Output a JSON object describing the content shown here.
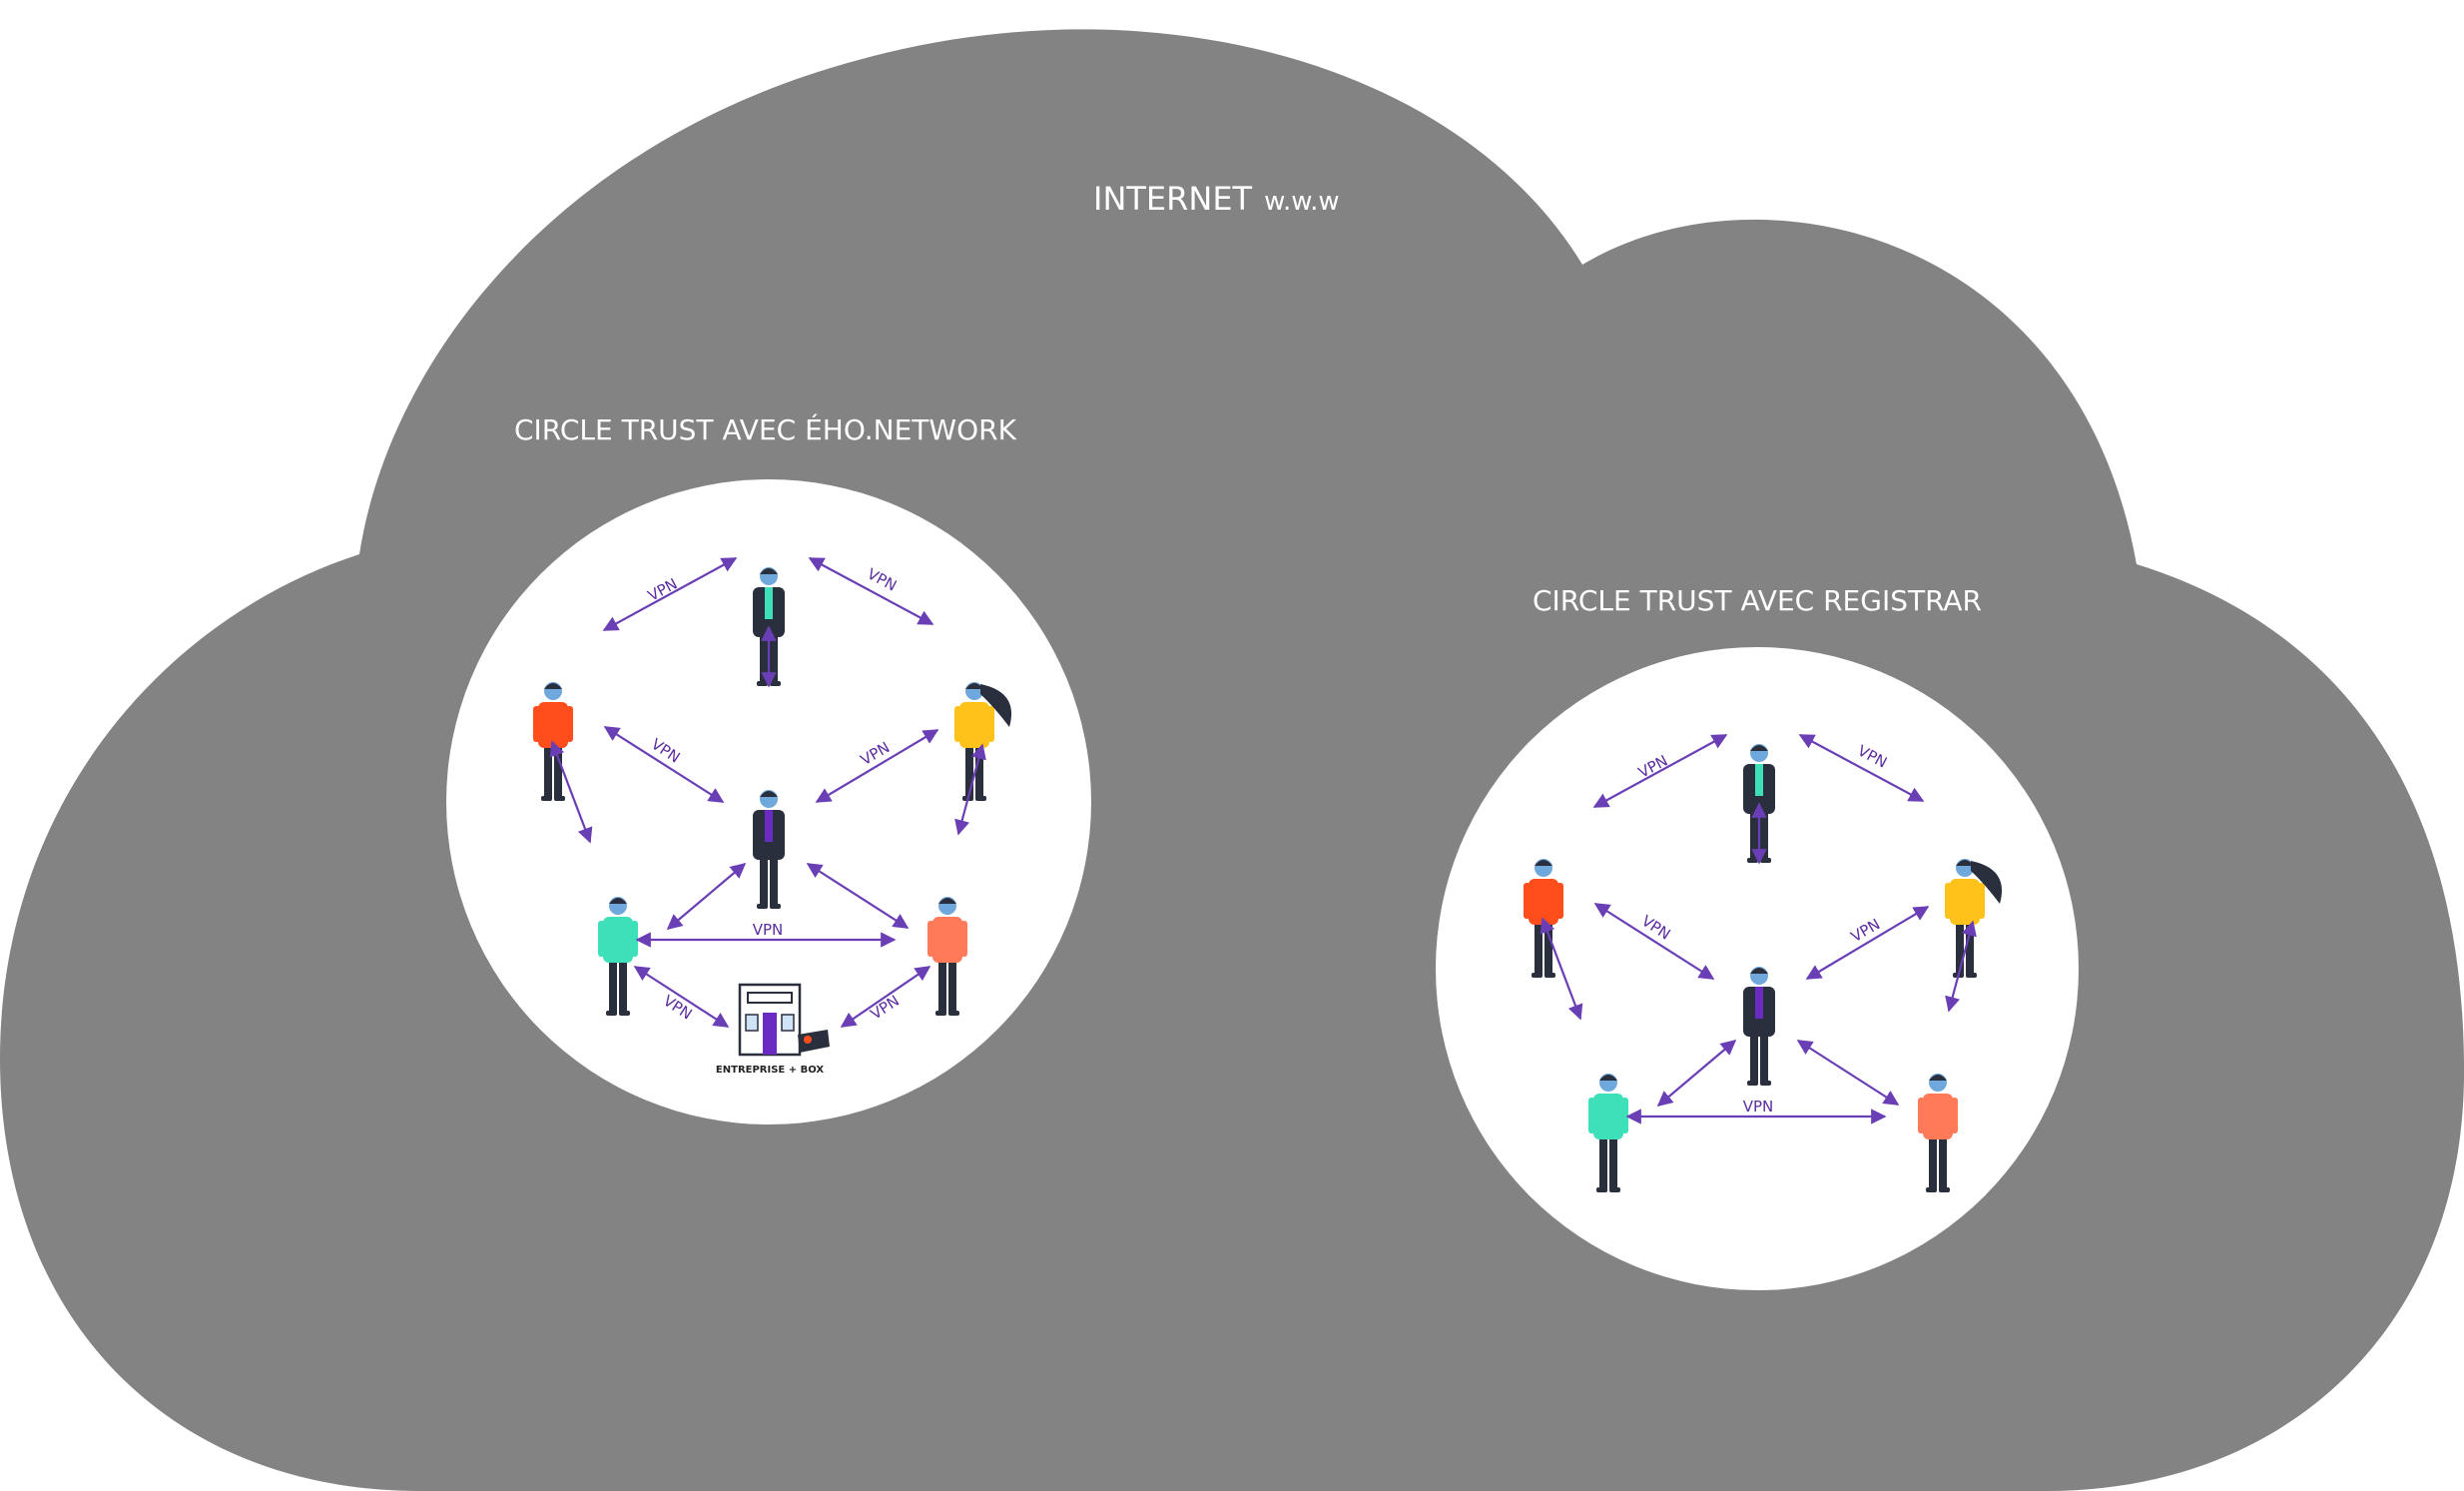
{
  "internet": {
    "title": "INTERNET",
    "suffix": "w.w.w"
  },
  "circles": [
    {
      "id": "eho",
      "title": "CIRCLE TRUST AVEC ÉHO.NETWORK",
      "vpn_label": "VPN",
      "business_label": "ENTREPRISE + BOX"
    },
    {
      "id": "registrar",
      "title": "CIRCLE TRUST AVEC REGISTRAR",
      "vpn_label": "VPN"
    }
  ],
  "colors": {
    "cloud": "#838383",
    "circle": "#ffffff",
    "arrow": "#6a3fb5",
    "person_dark": "#2a2f3e",
    "accent_orange": "#ff4d1c",
    "accent_teal": "#3de0b8",
    "accent_yellow": "#ffc21a",
    "accent_salmon": "#ff7a59",
    "accent_purple": "#6a2bc2"
  }
}
